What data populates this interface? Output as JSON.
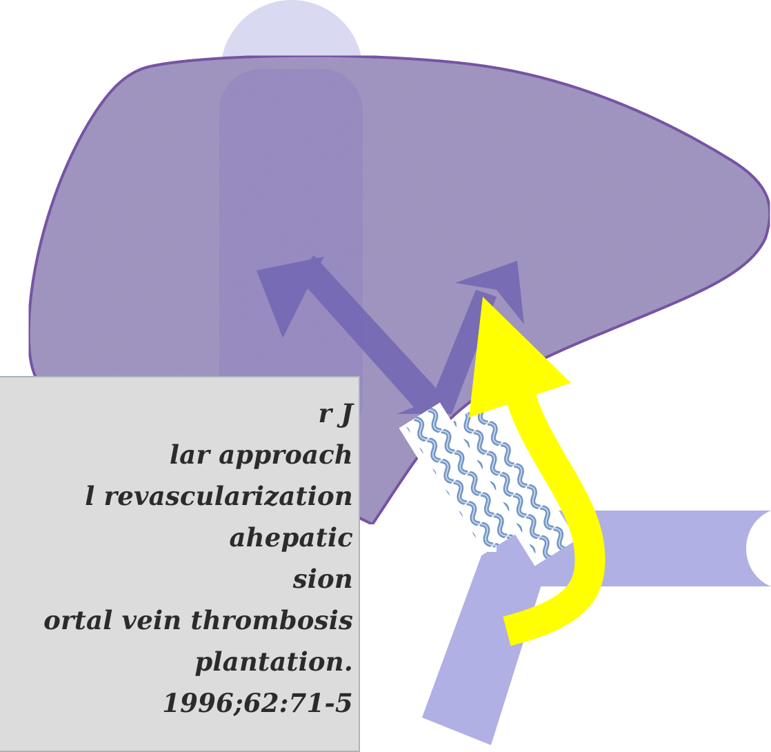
{
  "colors": {
    "liver_fill": "#9c90c0",
    "liver_outline": "#6d3fa0",
    "vein_fill": "#aeaee4",
    "arrow_fill": "#7468b4",
    "graft_fill": "#7f9fc6",
    "bypass_arrow": "#ffff00",
    "citation_bg": "#dcdcdc"
  },
  "citation": {
    "lines": [
      "r J",
      "lar approach",
      "l revascularization",
      "ahepatic",
      "sion",
      "ortal vein thrombosis",
      "plantation.",
      "1996;62:71-5"
    ]
  }
}
